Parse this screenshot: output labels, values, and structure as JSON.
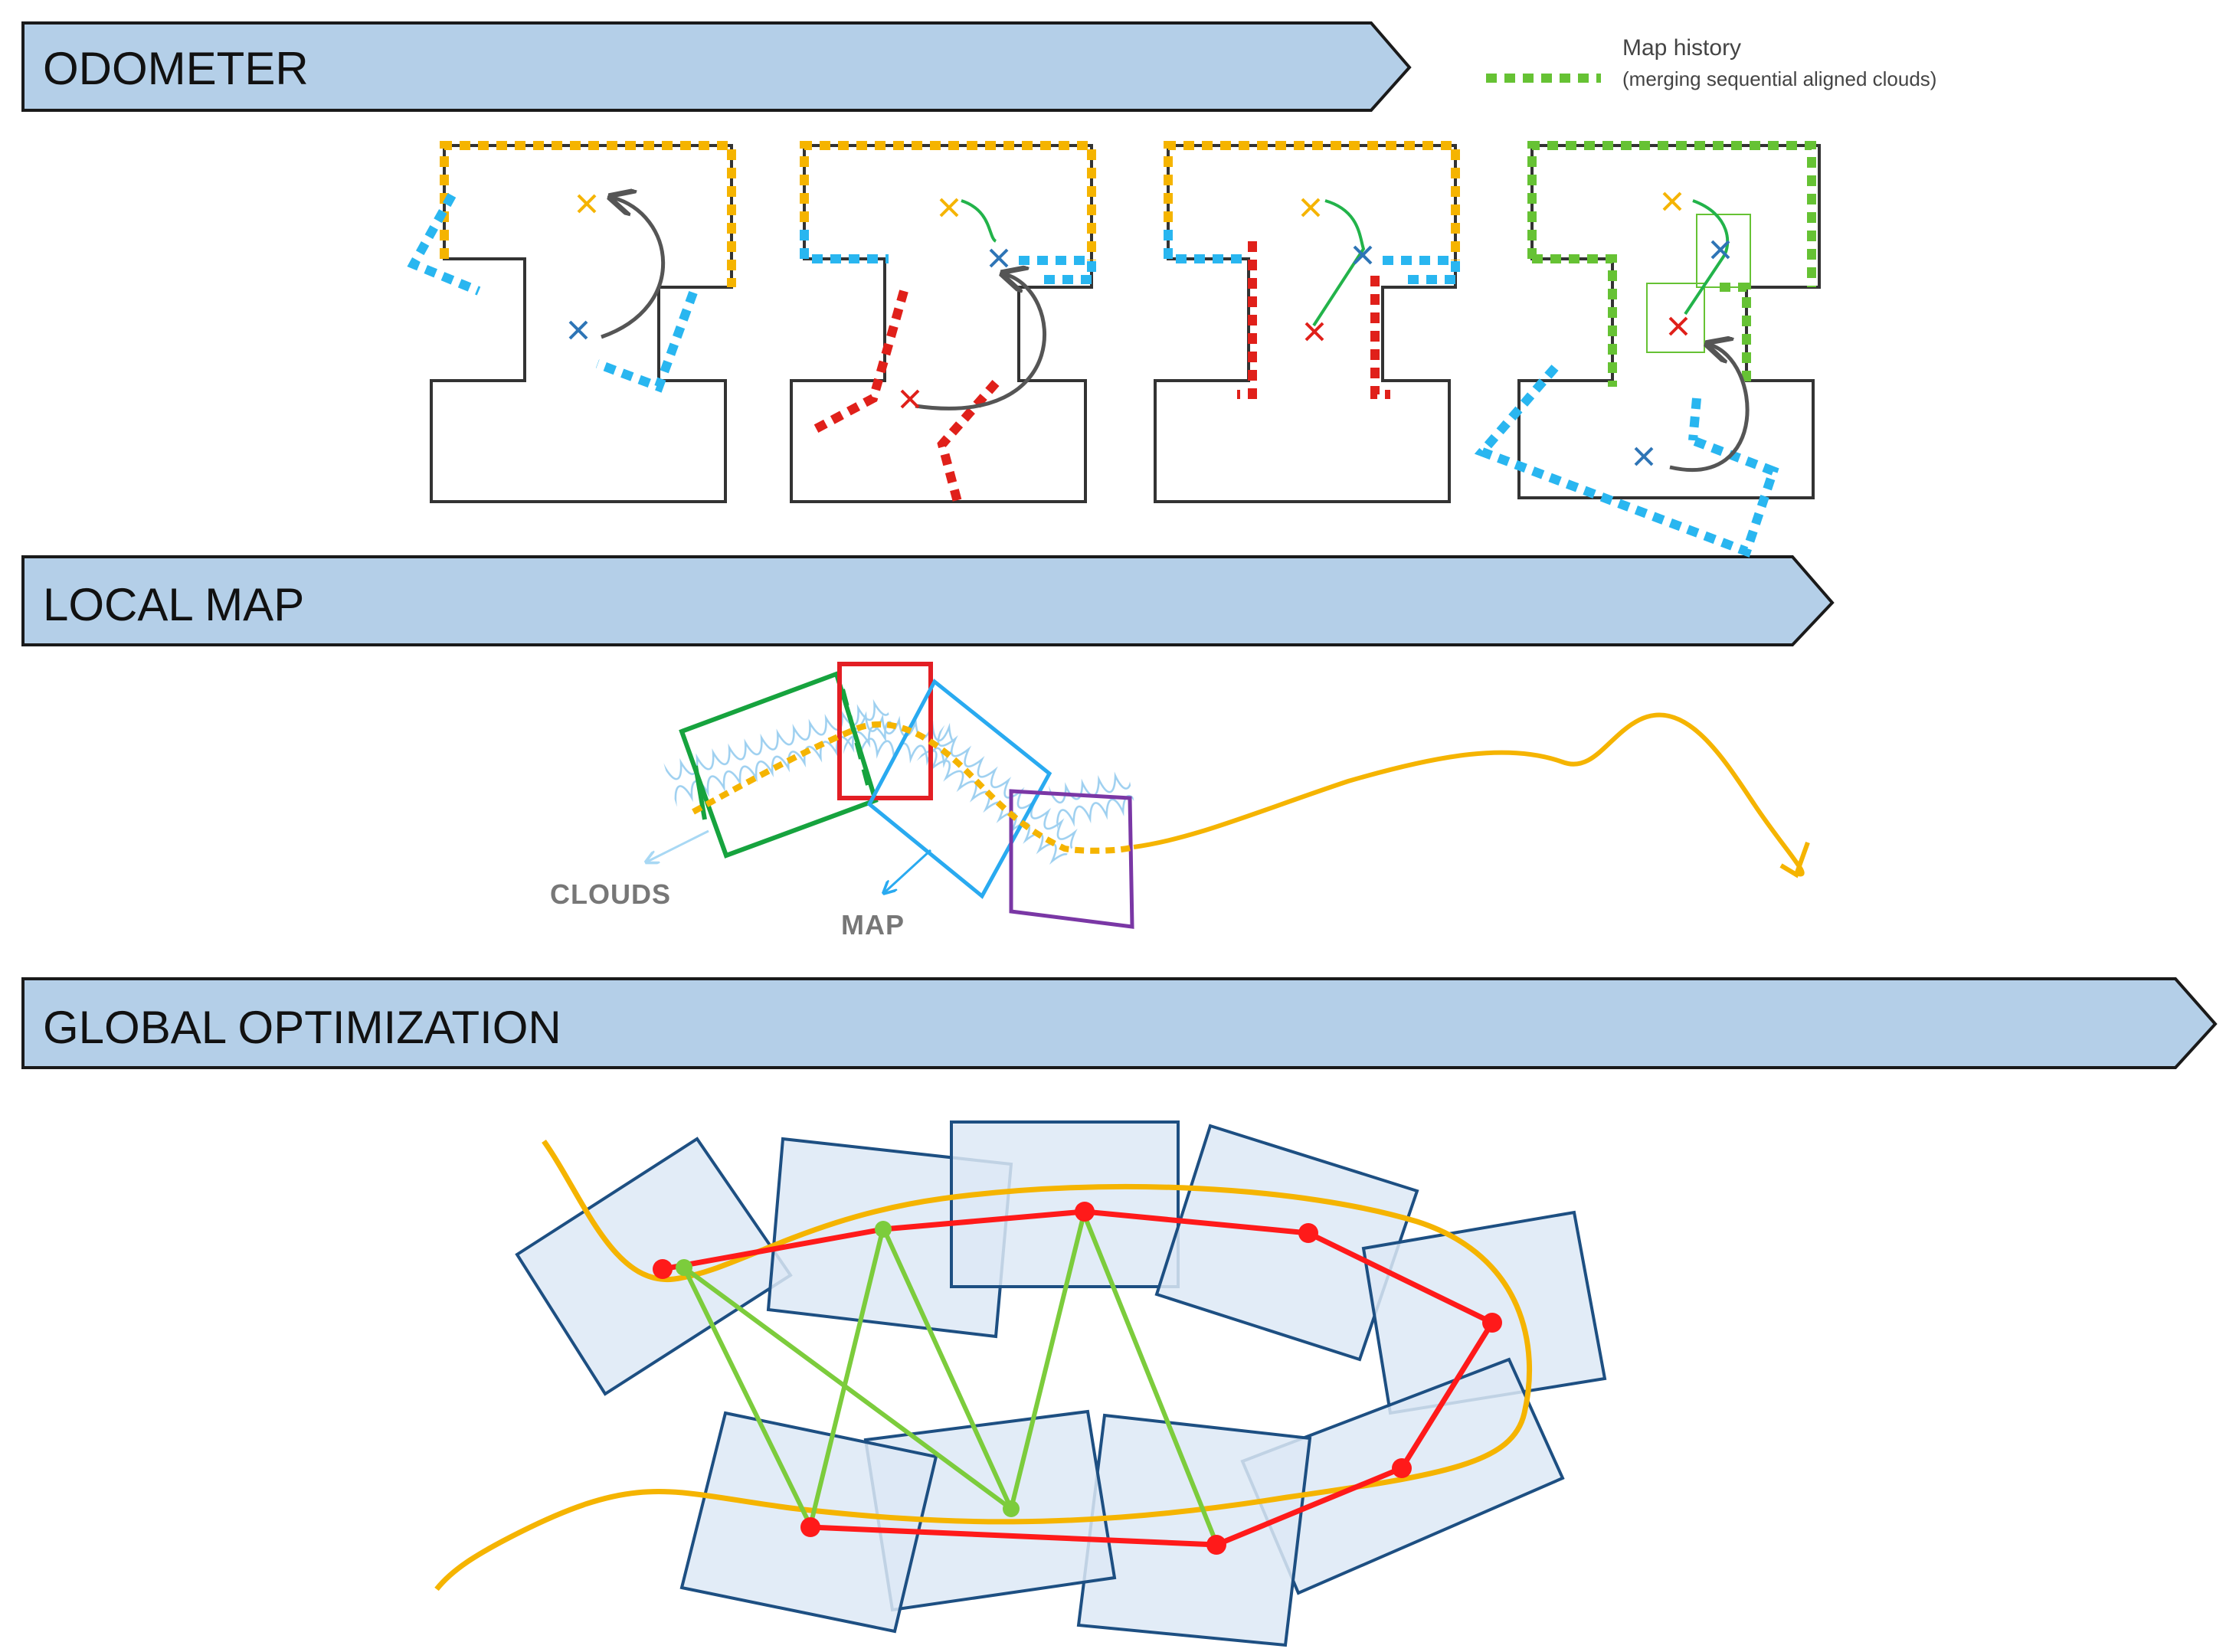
{
  "banners": {
    "odometer": "ODOMETER",
    "local_map": "LOCAL MAP",
    "global_optimization": "GLOBAL OPTIMIZATION"
  },
  "legend": {
    "title": "Map history",
    "subtitle": "(merging sequential aligned clouds)"
  },
  "local_map": {
    "clouds_label": "CLOUDS",
    "map_label": "MAP"
  },
  "colors": {
    "banner_fill": "#b4cfe8",
    "banner_stroke": "#1a1a1a",
    "map_history_green": "#66c234",
    "cloud_blue": "#29b6f0",
    "scan_red": "#e0201a",
    "trajectory_orange": "#f5b400",
    "pose_red": "#ff1a1a",
    "constraint_green": "#7ccc3c",
    "tile_fill": "#dde9f6",
    "tile_stroke": "#1d4f82",
    "frame_green": "#16a33e",
    "frame_red": "#e31e24",
    "frame_blue": "#29aaf0",
    "frame_purple": "#7a37a5"
  },
  "icons": [
    "banner-arrow",
    "pose-cross-icon",
    "motion-arrow-icon"
  ]
}
